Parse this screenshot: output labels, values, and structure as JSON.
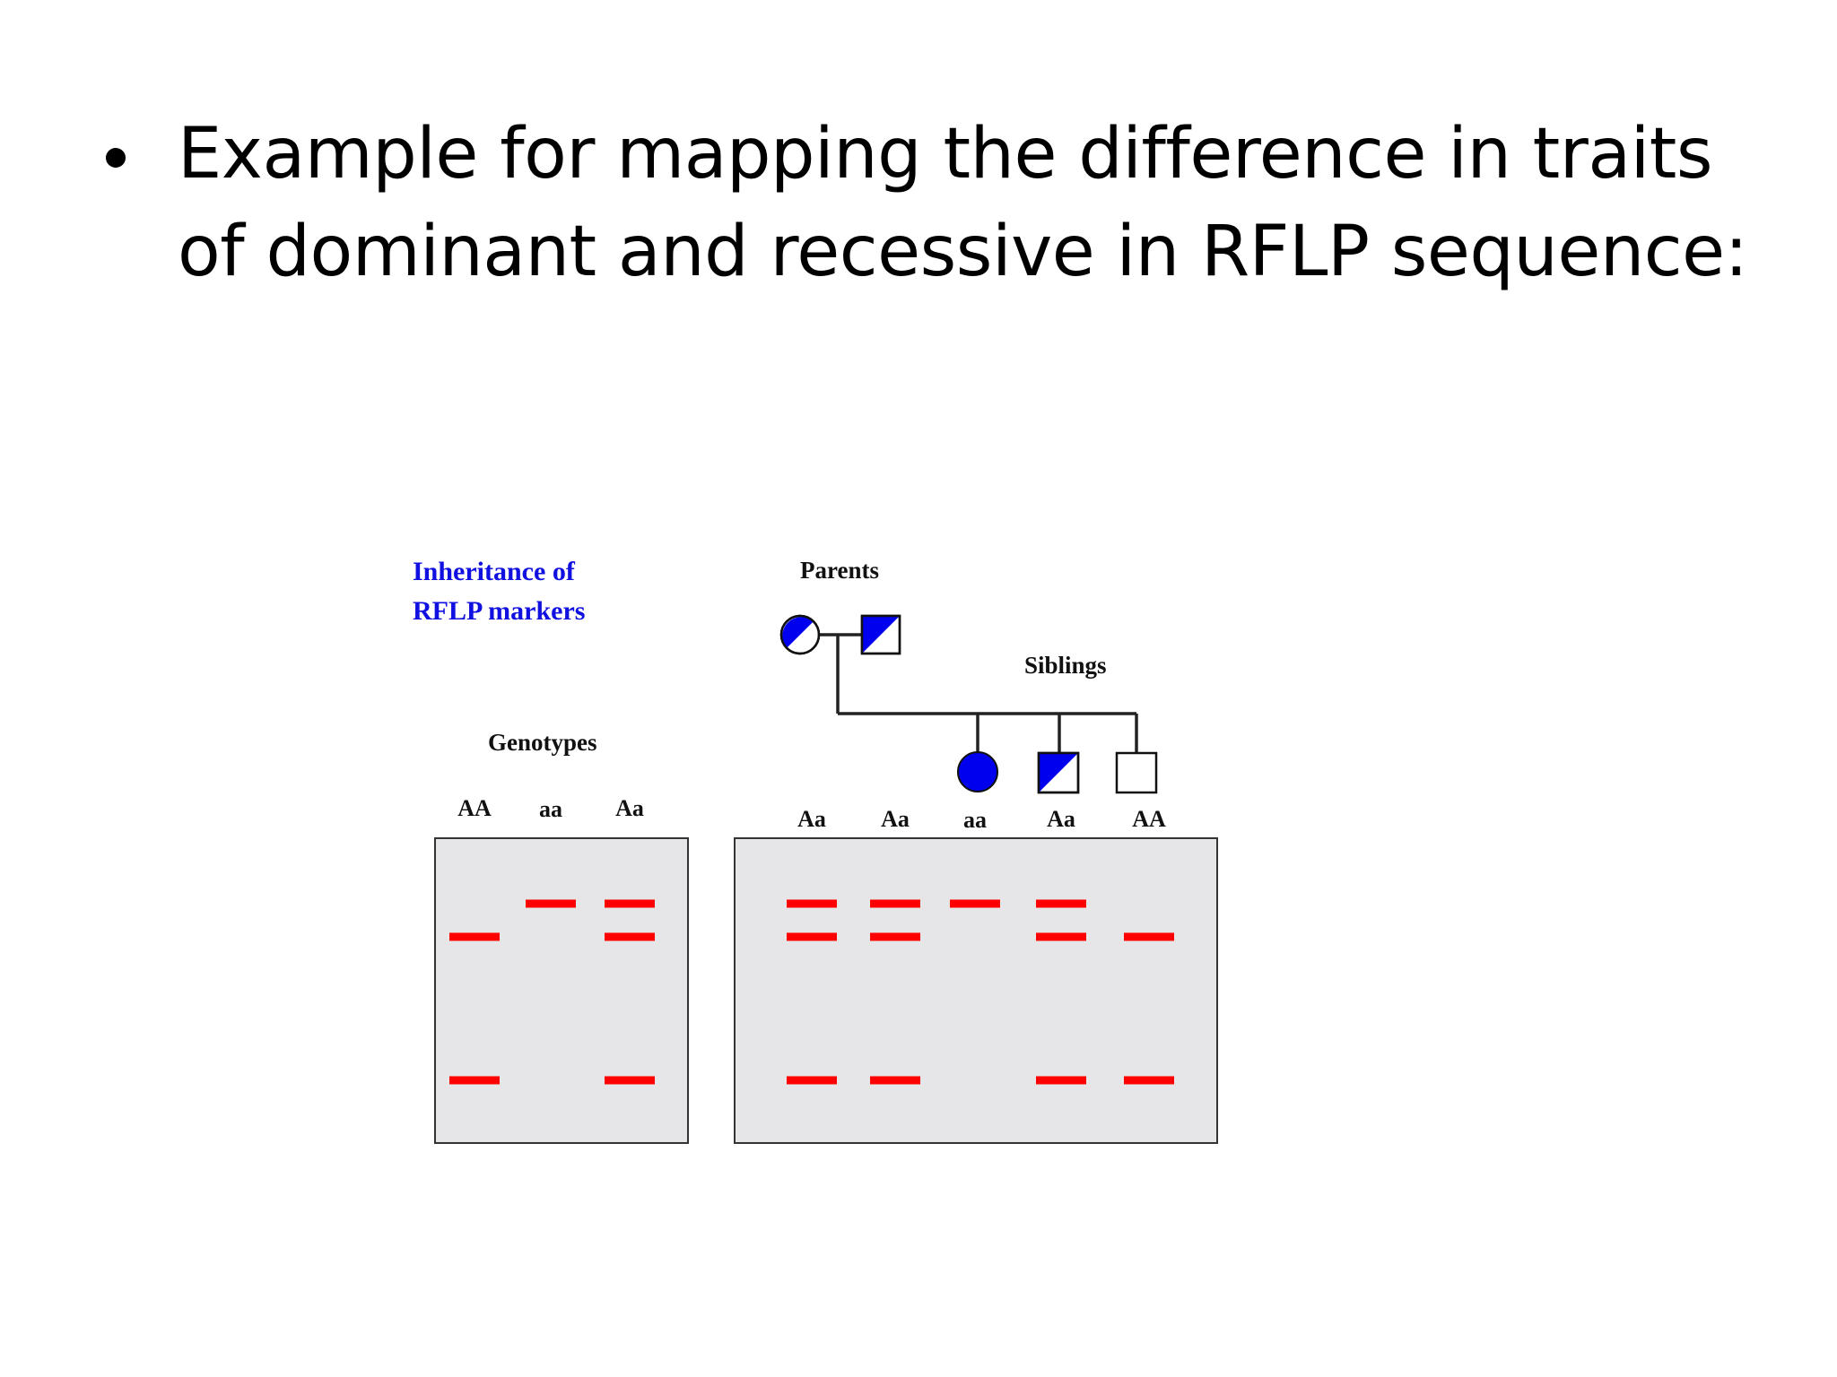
{
  "slide": {
    "bullet_text": "Example for mapping the difference in traits of dominant and recessive in RFLP sequence:"
  },
  "figure": {
    "title_line1": "Inheritance of",
    "title_line2": "RFLP markers",
    "parents_label": "Parents",
    "siblings_label": "Siblings",
    "genotypes_label": "Genotypes",
    "left_gel": {
      "lanes": [
        {
          "genotype": "AA",
          "bands": [
            "middle",
            "bottom"
          ]
        },
        {
          "genotype": "aa",
          "bands": [
            "top"
          ]
        },
        {
          "genotype": "Aa",
          "bands": [
            "top",
            "middle",
            "bottom"
          ]
        }
      ]
    },
    "right_gel": {
      "lanes": [
        {
          "genotype": "Aa",
          "bands": [
            "top",
            "middle",
            "bottom"
          ]
        },
        {
          "genotype": "Aa",
          "bands": [
            "top",
            "middle",
            "bottom"
          ]
        },
        {
          "genotype": "aa",
          "bands": [
            "top"
          ]
        },
        {
          "genotype": "Aa",
          "bands": [
            "top",
            "middle",
            "bottom"
          ]
        },
        {
          "genotype": "AA",
          "bands": [
            "middle",
            "bottom"
          ]
        }
      ]
    },
    "pedigree": {
      "parents": [
        {
          "sex": "female",
          "status": "carrier",
          "genotype": "Aa"
        },
        {
          "sex": "male",
          "status": "carrier",
          "genotype": "Aa"
        }
      ],
      "siblings": [
        {
          "sex": "female",
          "status": "affected",
          "genotype": "aa"
        },
        {
          "sex": "male",
          "status": "carrier",
          "genotype": "Aa"
        },
        {
          "sex": "male",
          "status": "unaffected",
          "genotype": "AA"
        }
      ]
    },
    "colors": {
      "band": "#ff0000",
      "symbol_fill": "#0000ee",
      "gel_background": "#e6e6e9",
      "title": "#1010e0"
    }
  }
}
